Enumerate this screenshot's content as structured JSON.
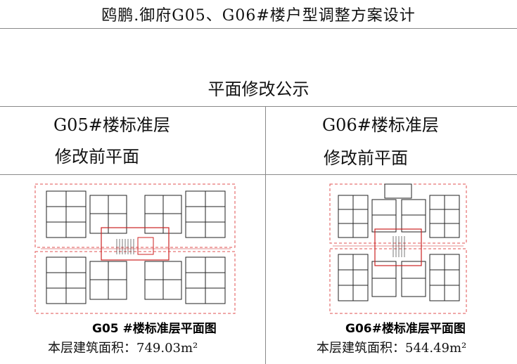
{
  "document": {
    "title": "鸥鹏.御府G05、G06#楼户型调整方案设计",
    "subtitle": "平面修改公示"
  },
  "columns": [
    {
      "heading": "G05#楼标准层",
      "sub_heading": "修改前平面",
      "plan_caption": "G05 #楼标准层平面图",
      "area_text": "本层建筑面积：749.03m²"
    },
    {
      "heading": "G06#楼标准层",
      "sub_heading": "修改前平面",
      "plan_caption": "G06#楼标准层平面图",
      "area_text": "本层建筑面积：544.49m²"
    }
  ],
  "colors": {
    "grid_line": "#8a8a8a",
    "dashed_boundary": "#e05050",
    "drawing_ink": "#222222",
    "highlight": "#cc2222"
  }
}
